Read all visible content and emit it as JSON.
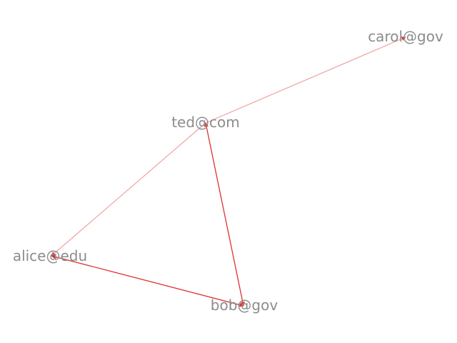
{
  "diagram": {
    "type": "directed-graph",
    "edge_color": "#e03030",
    "label_color": "#8c8c8c",
    "nodes": [
      {
        "id": "carol",
        "label": "carol@gov"
      },
      {
        "id": "ted",
        "label": "ted@com"
      },
      {
        "id": "alice",
        "label": "alice@edu"
      },
      {
        "id": "bob",
        "label": "bob@gov"
      }
    ],
    "edges": [
      {
        "from": "ted",
        "to": "carol",
        "weight": 0.45
      },
      {
        "from": "ted",
        "to": "alice",
        "weight": 0.45
      },
      {
        "from": "ted",
        "to": "bob",
        "weight": 0.85
      },
      {
        "from": "bob",
        "to": "ted",
        "weight": 0.85
      },
      {
        "from": "bob",
        "to": "alice",
        "weight": 0.85
      },
      {
        "from": "alice",
        "to": "bob",
        "weight": 0.85
      }
    ]
  }
}
